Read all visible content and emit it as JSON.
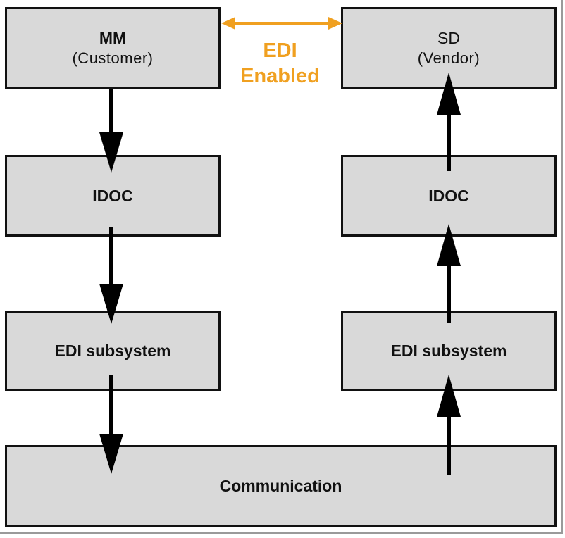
{
  "diagram": {
    "left_column": {
      "top": {
        "title": "MM",
        "subtitle": "(Customer)"
      },
      "middle": {
        "title": "IDOC"
      },
      "bottom": {
        "title": "EDI subsystem"
      }
    },
    "right_column": {
      "top": {
        "title": "SD",
        "subtitle": "(Vendor)"
      },
      "middle": {
        "title": "IDOC"
      },
      "bottom": {
        "title": "EDI subsystem"
      }
    },
    "base": {
      "title": "Communication"
    },
    "link": {
      "line1": "EDI",
      "line2": "Enabled"
    }
  },
  "colors": {
    "box_fill": "#d9d9d9",
    "border": "#111111",
    "accent": "#f0a020"
  }
}
